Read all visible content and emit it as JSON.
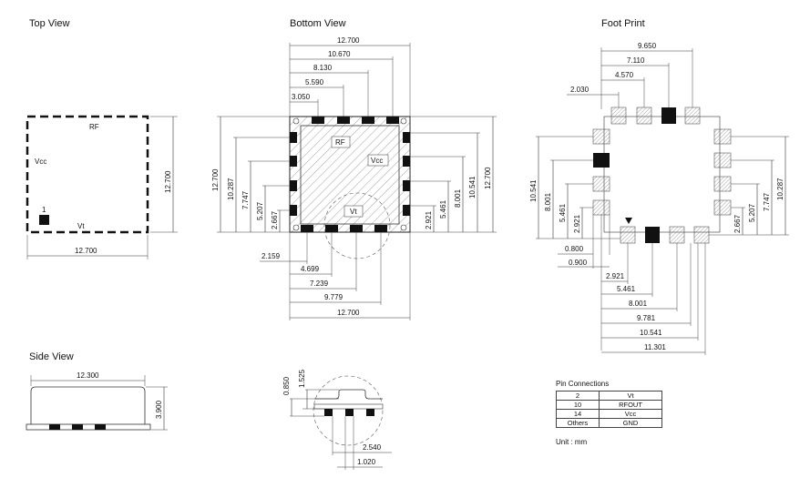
{
  "titles": {
    "top": "Top View",
    "bottom": "Bottom View",
    "foot": "Foot Print",
    "side": "Side View"
  },
  "top_view": {
    "rf": "RF",
    "vcc": "Vcc",
    "vt": "Vt",
    "pin1": "1",
    "width": "12.700",
    "height": "12.700"
  },
  "bottom_view": {
    "rf": "RF",
    "vcc": "Vcc",
    "vt": "Vt",
    "top_dims": [
      "12.700",
      "10.670",
      "8.130",
      "5.590",
      "3.050"
    ],
    "left_dims": [
      "12.700",
      "10.287",
      "7.747",
      "5.207",
      "2.667"
    ],
    "right_dims": [
      "2.921",
      "5.461",
      "8.001",
      "10.541",
      "12.700"
    ],
    "bottom_dims": [
      "2.159",
      "4.699",
      "7.239",
      "9.779",
      "12.700"
    ]
  },
  "foot_print": {
    "top_dims": [
      "9.650",
      "7.110",
      "4.570",
      "2.030"
    ],
    "left_dims": [
      "10.541",
      "8.001",
      "5.461",
      "2.921"
    ],
    "right_dims": [
      "2.667",
      "5.207",
      "7.747",
      "10.287"
    ],
    "bottom_dims": [
      "0.800",
      "0.900",
      "2.921",
      "5.461",
      "8.001",
      "9.781",
      "10.541",
      "11.301"
    ]
  },
  "side_view": {
    "width": "12.300",
    "height": "3.900"
  },
  "detail": {
    "dims": [
      "0.850",
      "1.525",
      "2.540",
      "1.020"
    ]
  },
  "pin_connections": {
    "title": "Pin Connections",
    "rows": [
      [
        "2",
        "Vt"
      ],
      [
        "10",
        "RFOUT"
      ],
      [
        "14",
        "Vcc"
      ],
      [
        "Others",
        "GND"
      ]
    ]
  },
  "unit": "Unit : mm"
}
